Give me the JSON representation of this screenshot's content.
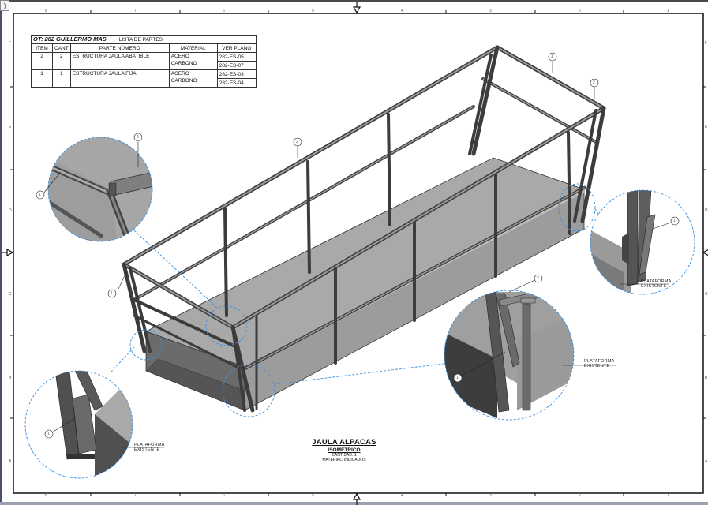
{
  "sheet": {
    "zones_top": [
      "8",
      "7",
      "6",
      "5",
      "4",
      "3",
      "2",
      "1"
    ],
    "zones_side": [
      "F",
      "E",
      "D",
      "C",
      "B",
      "A"
    ],
    "border_color": "#111111",
    "detail_circle_color": "#3a8fe0"
  },
  "parts_list": {
    "ot_label": "OT: 282 GUILLERMO MAS",
    "title": "LISTA DE PARTES",
    "headers": [
      "ITEM",
      "CANT",
      "PARTE NÚMERO",
      "MATERIAL",
      "VER PLANO"
    ],
    "rows": [
      {
        "item": "2",
        "cant": "2",
        "parte": "ESTRUCTURA JAULA  ABATIBLE",
        "material": "ACERO CARBONO",
        "plano_1": "282-ES-05",
        "plano_2": "282-ES-07"
      },
      {
        "item": "1",
        "cant": "1",
        "parte": "ESTRUCTURA JAULA FIJA",
        "material": "ACERO CARBONO",
        "plano_1": "282-ES-03",
        "plano_2": "282-ES-04"
      }
    ]
  },
  "title_block": {
    "title": "JAULA ALPACAS",
    "view": "ISOMETRICO",
    "quantity": "CANTIDAD: 1",
    "material": "MATERIAL: INDICADOS"
  },
  "callouts": {
    "balloon_1": "1",
    "balloon_2": "2"
  },
  "annotations": {
    "platform_line1": "PLATAFORMA",
    "platform_line2": "EXISTENTE"
  }
}
